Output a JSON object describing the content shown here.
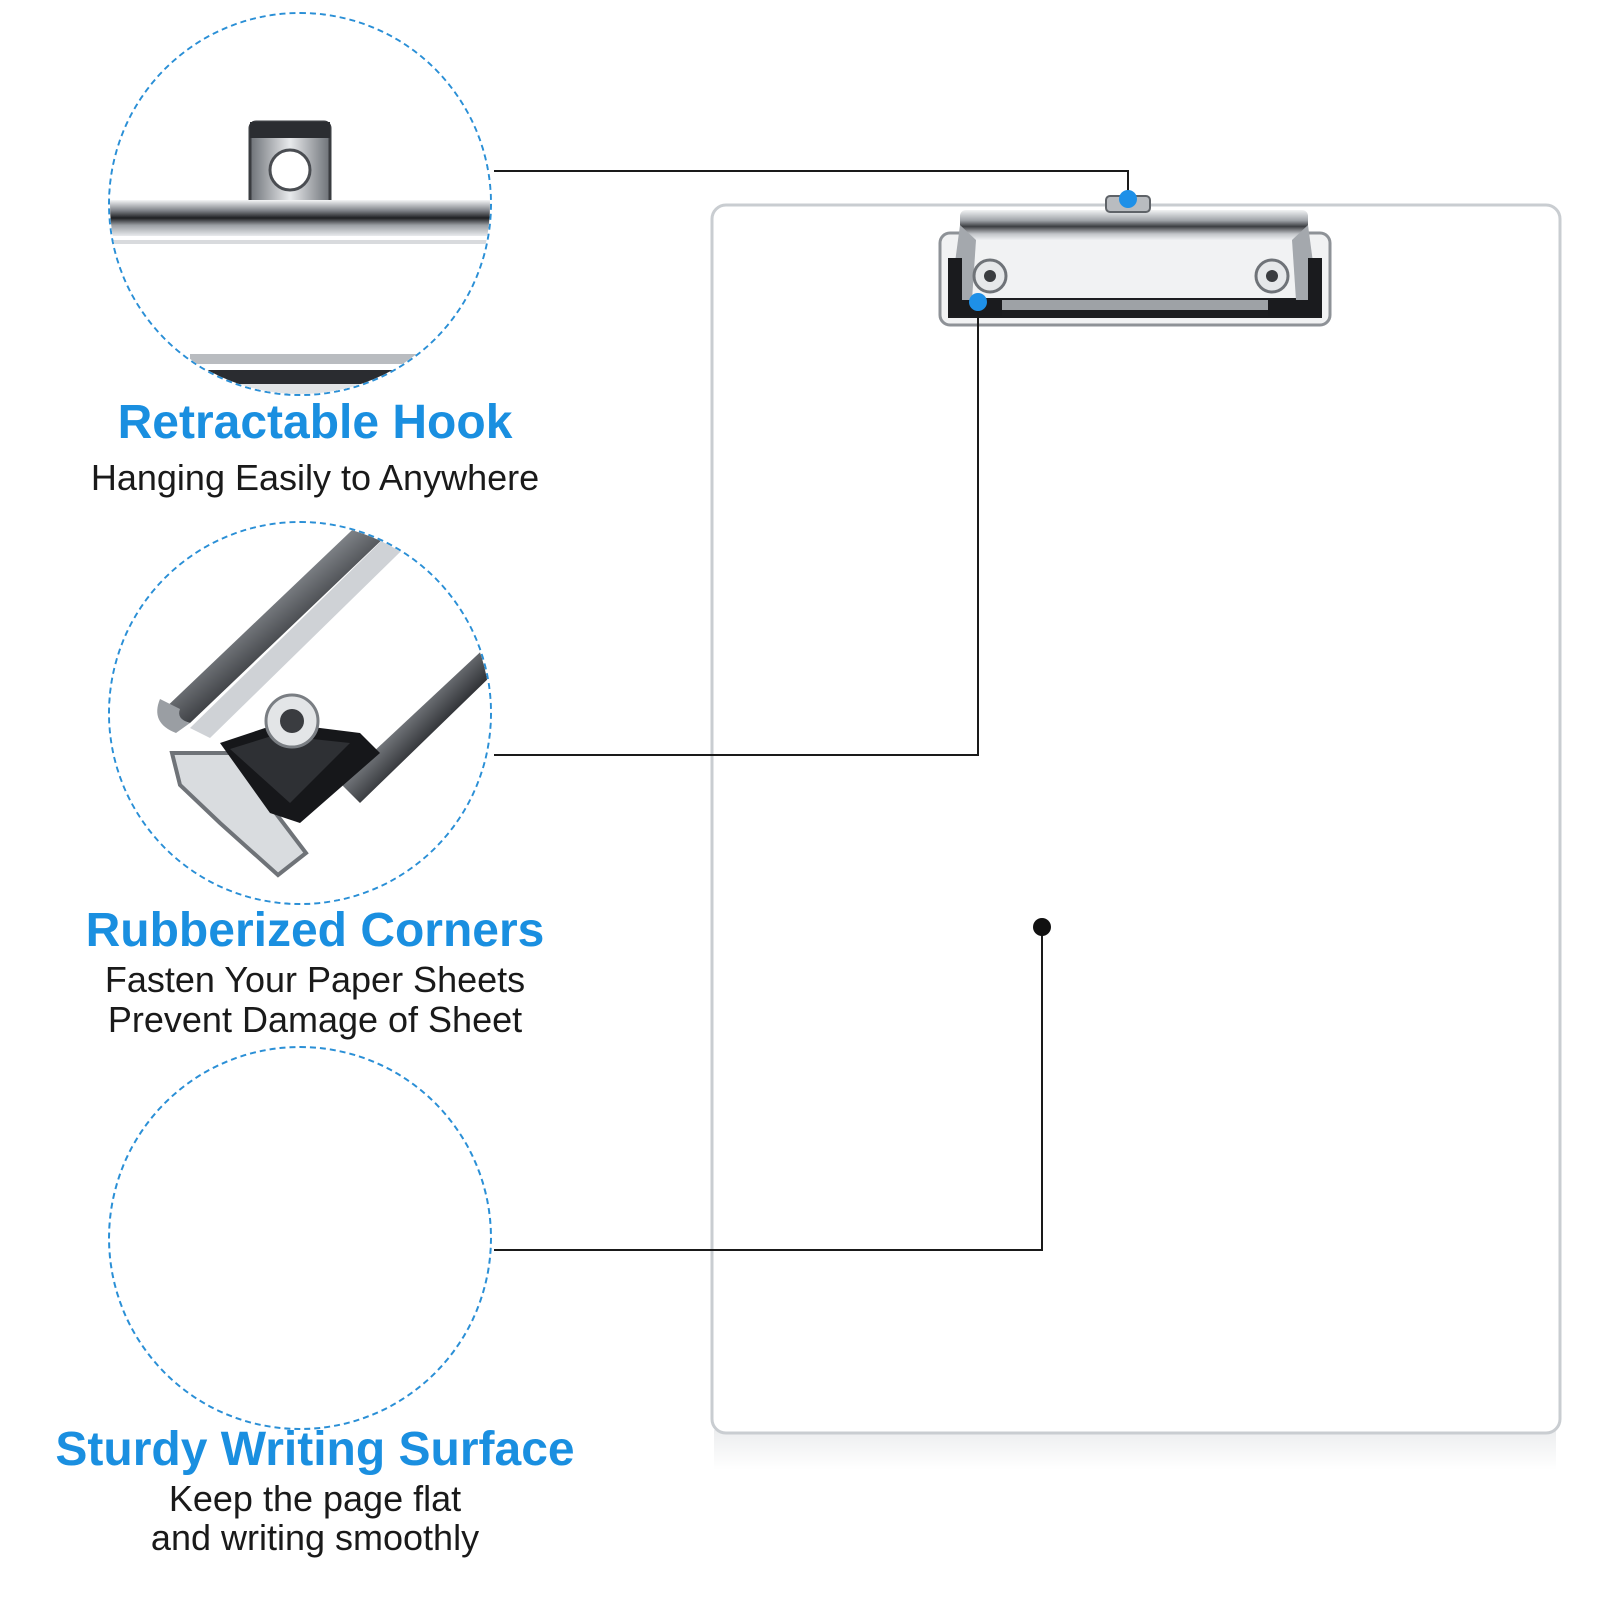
{
  "features": [
    {
      "title": "Retractable Hook",
      "lines": [
        "Hanging Easily to Anywhere"
      ]
    },
    {
      "title": "Rubberized Corners",
      "lines": [
        "Fasten Your Paper Sheets",
        "Prevent Damage of Sheet"
      ]
    },
    {
      "title": "Sturdy Writing Surface",
      "lines": [
        "Keep the page flat",
        "and writing smoothly"
      ]
    }
  ],
  "colors": {
    "accent": "#1a8fe0",
    "callout_dot": "#1e90e8",
    "leader_line": "#1a1a1a",
    "board_edge": "#cfd3d6",
    "metal": "#c8ccd0"
  },
  "icons": {
    "hook_detail": "retractable-hook-closeup",
    "corner_detail": "rubber-corner-closeup",
    "surface_detail": "blank-surface-closeup"
  }
}
